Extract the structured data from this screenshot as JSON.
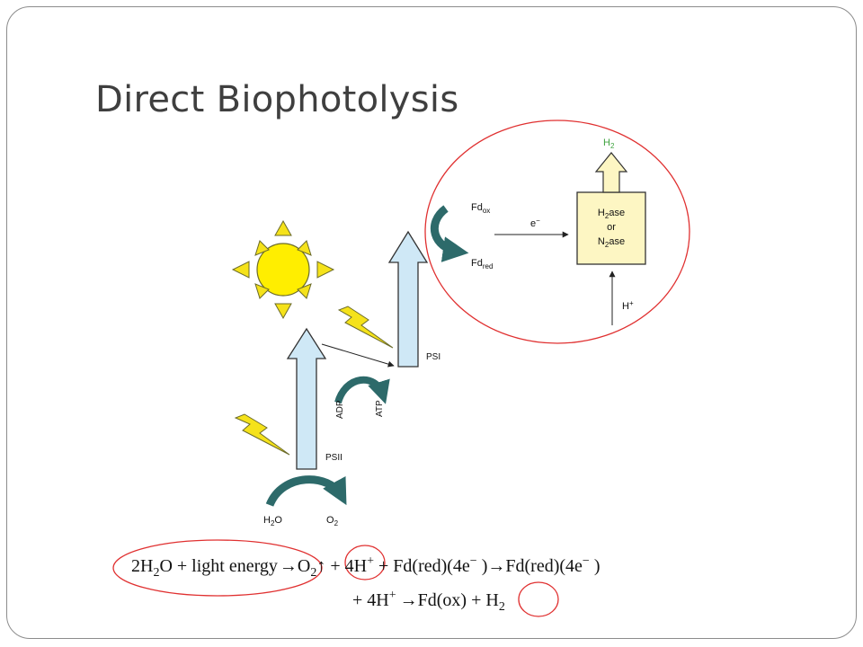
{
  "slide": {
    "title": "Direct Biophotolysis"
  },
  "diagram": {
    "photosystems": {
      "psii": "PSII",
      "psi": "PSI"
    },
    "water_split": {
      "reactant": "H",
      "reactant_sub": "2",
      "reactant_tail": "O",
      "product": "O",
      "product_sub": "2"
    },
    "phosphorylation": {
      "adp": "ADP",
      "atp": "ATP"
    },
    "ferredoxin": {
      "oxidized": "Fd",
      "oxidized_sub": "ox",
      "reduced": "Fd",
      "reduced_sub": "red"
    },
    "electron": {
      "label": "e",
      "sup": "−"
    },
    "enzyme": {
      "line1": "H",
      "line1_sub": "2",
      "line1_tail": "ase",
      "line2": "or",
      "line3": "N",
      "line3_sub": "2",
      "line3_tail": "ase"
    },
    "proton": {
      "label": "H",
      "sup": "+"
    },
    "hydrogen": {
      "label": "H",
      "sub": "2"
    }
  },
  "equation": {
    "line1": {
      "part1": "2H",
      "part1_sub": "2",
      "part1_tail": "O + light energy",
      "arrow1": "→",
      "o2": "O",
      "o2_sub": "2",
      "o2_arrow": "↑",
      "part2": " + 4H",
      "part2_sup": "+",
      "part3": " + Fd(red)(4e",
      "part3_sup": "−",
      "part4": " )",
      "arrow2": "→",
      "part5": "Fd(red)(4e",
      "part5_sup": "−",
      "part6": " )"
    },
    "line2": {
      "part1": "+ 4H",
      "part1_sup": "+",
      "arrow": "→",
      "part2": "Fd(ox) + ",
      "h2": "H",
      "h2_sub": "2"
    }
  },
  "colors": {
    "sun_fill": "#ffee00",
    "ray_fill": "#f5e21a",
    "arrow_fill": "#cfe8f6",
    "curve_fill": "#2d6a6a",
    "enzyme_fill": "#fdf6c3",
    "h2_arrow_fill": "#fdf6c3",
    "h2_label": "#3fa33f",
    "highlight": "#e03030"
  }
}
